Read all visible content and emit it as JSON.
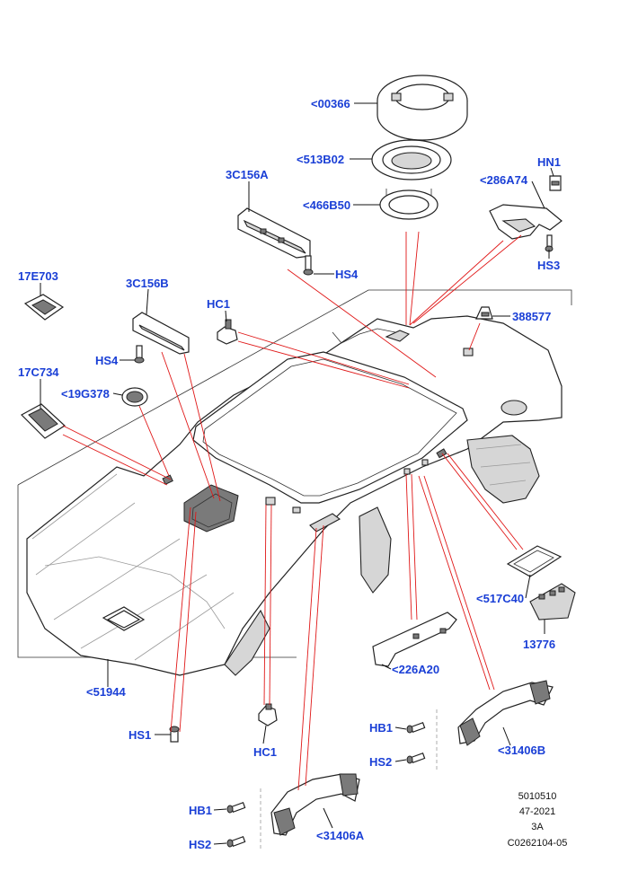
{
  "colors": {
    "label": "#1a3fd6",
    "callout_line": "#e01818",
    "outline": "#222222"
  },
  "labels": {
    "p00366": "<00366",
    "p513B02": "<513B02",
    "p466B50": "<466B50",
    "p3C156A": "3C156A",
    "pHN1": "HN1",
    "p286A74": "<286A74",
    "pHS3": "HS3",
    "pHS4_top": "HS4",
    "p17E703": "17E703",
    "p3C156B": "3C156B",
    "pHC1_top": "HC1",
    "p388577": "388577",
    "pHS4_left": "HS4",
    "p17C734": "17C734",
    "p19G378": "<19G378",
    "p517C40": "<517C40",
    "p13776": "13776",
    "p226A20": "<226A20",
    "p51944": "<51944",
    "pHB1_right": "HB1",
    "pHS1": "HS1",
    "pHC1_bottom": "HC1",
    "p31406B": "<31406B",
    "pHS2_right": "HS2",
    "pHB1_bottom": "HB1",
    "pHS2_bottom": "HS2",
    "p31406A": "<31406A"
  },
  "reference": {
    "line1": "5010510",
    "line2": "47-2021",
    "line3": "3A",
    "line4": "C0262104-05"
  }
}
